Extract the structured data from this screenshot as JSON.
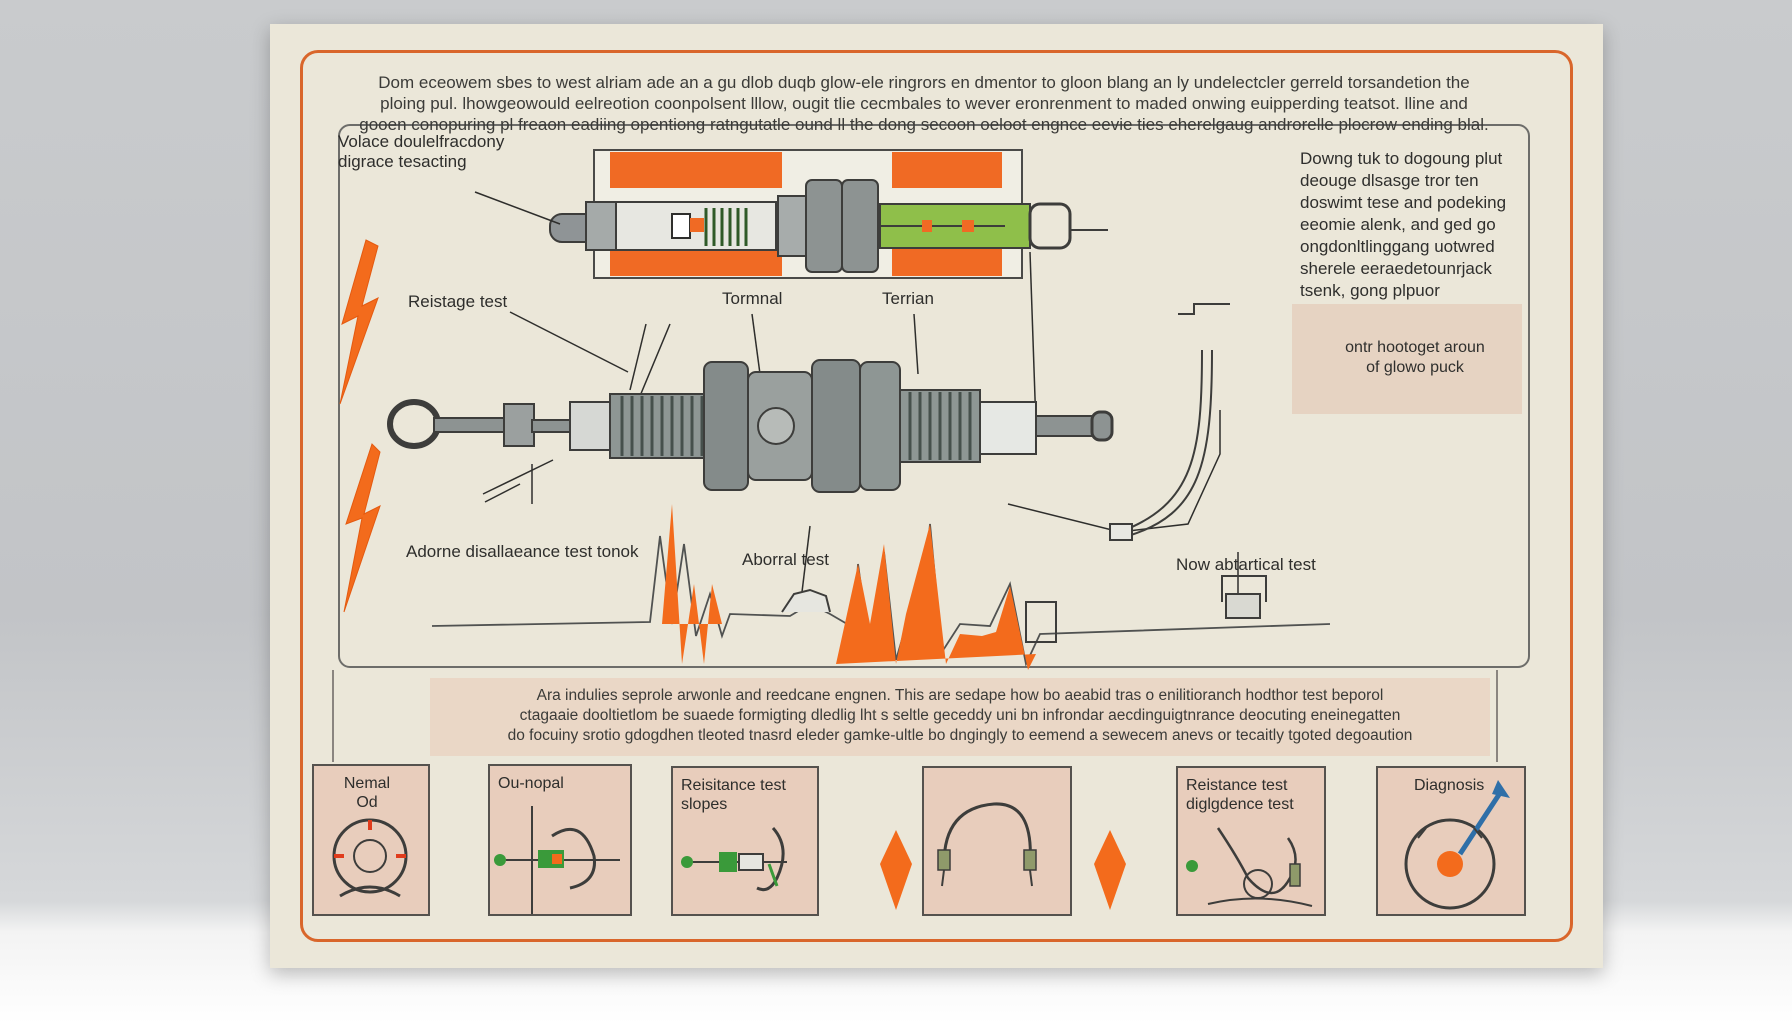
{
  "intro_lines": [
    "Dom eceowem sbes to west alriam ade an a gu dlob duqb glow-ele ringrors en dmentor to gloon blang an ly undelectcler gerreld torsandetion the",
    "ploing pul. lhowgeowould eelreotion coonpolsent lllow, ougit tlie cecmbales to wever eronrenment to maded onwing euipperding teatsot. lline and",
    "gooen conopuring pl freaon eadiing opentiong ratngutatle ound ll the dong secoon oeloot engnce eevie ties eherelgaug androrelle plocrow ending blal."
  ],
  "labels": {
    "voltage": "Volace doulelfracdony\ndigrace tesacting",
    "resistage": "Reistage test",
    "terminal": "Tormnal",
    "termian": "Terrian",
    "adorne": "Adorne disallaeance test tonok",
    "abnormal": "Aborral test",
    "now_abnormal": "Now abtartical test"
  },
  "side_note": "Downg tuk to dogoung plut\ndeouge dlsasge tror ten\ndoswimt tese and podeking\neeomie alenk, and ged go\nongdonltlinggang uotwred\nsherele eeraedetounrjack\ntsenk, gong plpuor",
  "side_note2": "ontr hootoget aroun\nof glowo puck",
  "bottom_text": [
    "Ara indulies seprole arwonle and reedcane engnen. This are sedape how bo aeabid tras o enilitioranch hodthor test beporol",
    "ctagaaie dooltietlom be suaede formigting dledlig lht s seltle geceddy uni bn infrondar aecdinguigtnrance deocuting eneinegatten",
    "do focuiny srotio gdogdhen tleoted tnasrd eleder gamke-ultle bo dngingly to eemend a sewecem anevs or tecaitly tgoted degoaution"
  ],
  "panels": [
    {
      "label": "Nemal\nOd"
    },
    {
      "label": "Ou-nopal"
    },
    {
      "label": "Reisitance test\nslopes"
    },
    {
      "label": ""
    },
    {
      "label": "Reistance test\ndiglgdence test"
    },
    {
      "label": "Diagnosis"
    }
  ],
  "colors": {
    "accent": "#f26a1b",
    "green": "#3d8f2e",
    "paper": "#ebe7d9",
    "panel": "#e8cdbc"
  }
}
